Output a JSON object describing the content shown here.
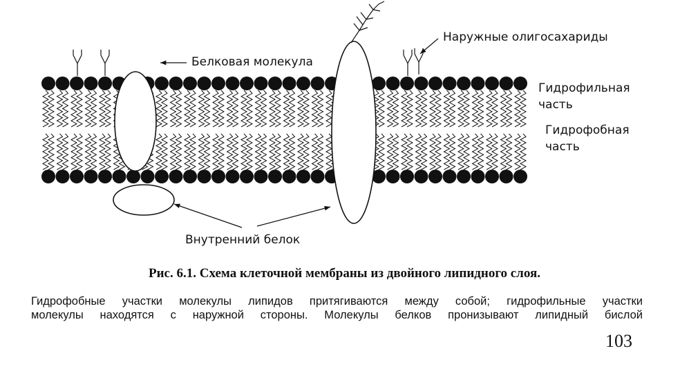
{
  "labels": {
    "outer_oligosaccharides": "Наружные олигосахариды",
    "protein_molecule": "Белковая молекула",
    "hydrophilic_line1": "Гидрофильная",
    "hydrophilic_line2": "часть",
    "hydrophobic_line1": "Гидрофобная",
    "hydrophobic_line2": "часть",
    "inner_protein": "Внутренний белок"
  },
  "caption": "Рис. 6.1. Схема клеточной мембраны из двойного липидного слоя.",
  "body_text": [
    "Гидрофобные участки молекулы липидов притягиваются между собой; гидрофильные участки",
    "молекулы находятся с наружной стороны. Молекулы белков пронизывают липидный бислой"
  ],
  "page_number": "103",
  "colors": {
    "ink": "#111111",
    "background": "#ffffff"
  }
}
